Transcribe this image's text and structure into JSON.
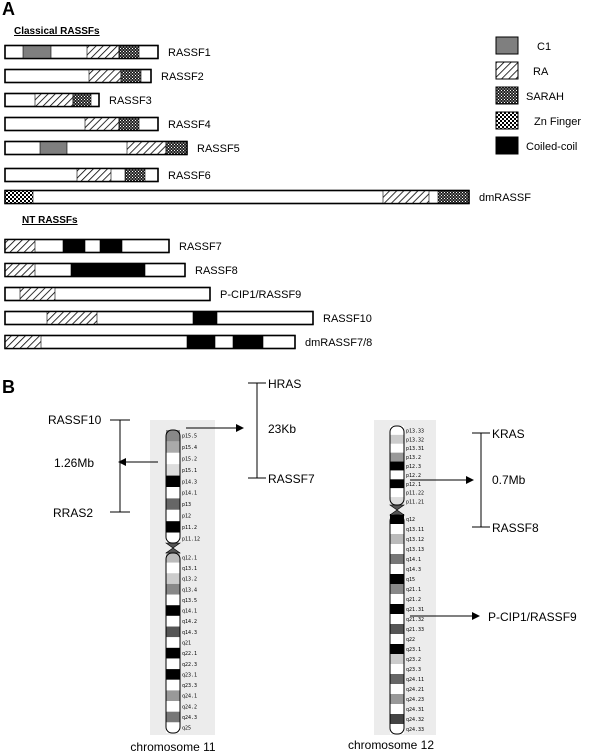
{
  "panel_a": {
    "label": "A",
    "classical_title": "Classical RASSFs",
    "nt_title": "NT RASSFs",
    "proteins": [
      {
        "name": "RASSF1",
        "len": 153,
        "domains": [
          {
            "t": "C1",
            "s": 18,
            "e": 46
          },
          {
            "t": "RA",
            "s": 82,
            "e": 114
          },
          {
            "t": "SARAH",
            "s": 114,
            "e": 134
          }
        ]
      },
      {
        "name": "RASSF2",
        "len": 146,
        "domains": [
          {
            "t": "RA",
            "s": 84,
            "e": 116
          },
          {
            "t": "SARAH",
            "s": 116,
            "e": 136
          }
        ]
      },
      {
        "name": "RASSF3",
        "len": 94,
        "domains": [
          {
            "t": "RA",
            "s": 30,
            "e": 68
          },
          {
            "t": "SARAH",
            "s": 68,
            "e": 86
          }
        ]
      },
      {
        "name": "RASSF4",
        "len": 153,
        "domains": [
          {
            "t": "RA",
            "s": 80,
            "e": 114
          },
          {
            "t": "SARAH",
            "s": 114,
            "e": 134
          }
        ]
      },
      {
        "name": "RASSF5",
        "len": 182,
        "domains": [
          {
            "t": "C1",
            "s": 35,
            "e": 62
          },
          {
            "t": "RA",
            "s": 122,
            "e": 161
          },
          {
            "t": "SARAH",
            "s": 161,
            "e": 182
          }
        ]
      },
      {
        "name": "RASSF6",
        "len": 153,
        "domains": [
          {
            "t": "RA",
            "s": 72,
            "e": 106
          },
          {
            "t": "SARAH",
            "s": 120,
            "e": 140
          }
        ]
      },
      {
        "name": "dmRASSF",
        "len": 464,
        "domains": [
          {
            "t": "Zn Finger",
            "s": 0,
            "e": 28
          },
          {
            "t": "RA",
            "s": 378,
            "e": 424
          },
          {
            "t": "SARAH",
            "s": 433,
            "e": 464
          }
        ]
      },
      {
        "name": "RASSF7",
        "len": 164,
        "domains": [
          {
            "t": "RA",
            "s": 0,
            "e": 30
          },
          {
            "t": "Coiled-coil",
            "s": 58,
            "e": 80
          },
          {
            "t": "Coiled-coil",
            "s": 95,
            "e": 117
          }
        ]
      },
      {
        "name": "RASSF8",
        "len": 180,
        "domains": [
          {
            "t": "RA",
            "s": 0,
            "e": 30
          },
          {
            "t": "Coiled-coil",
            "s": 66,
            "e": 140
          }
        ]
      },
      {
        "name": "P-CIP1/RASSF9",
        "len": 205,
        "domains": [
          {
            "t": "RA",
            "s": 15,
            "e": 50
          }
        ]
      },
      {
        "name": "RASSF10",
        "len": 308,
        "domains": [
          {
            "t": "RA",
            "s": 42,
            "e": 92
          },
          {
            "t": "Coiled-coil",
            "s": 188,
            "e": 212
          }
        ]
      },
      {
        "name": "dmRASSF7/8",
        "len": 290,
        "domains": [
          {
            "t": "RA",
            "s": 0,
            "e": 36
          },
          {
            "t": "Coiled-coil",
            "s": 182,
            "e": 210
          },
          {
            "t": "Coiled-coil",
            "s": 228,
            "e": 258
          }
        ]
      }
    ],
    "legend": [
      {
        "label": "C1",
        "fill": "gray"
      },
      {
        "label": "RA",
        "fill": "hatch"
      },
      {
        "label": "SARAH",
        "fill": "dots"
      },
      {
        "label": "Zn Finger",
        "fill": "checker"
      },
      {
        "label": "Coiled-coil",
        "fill": "black"
      }
    ]
  },
  "panel_b": {
    "label": "B",
    "chr11": {
      "caption": "chromosome 11",
      "bands": [
        "p15.5",
        "p15.4",
        "p15.2",
        "p15.1",
        "p14.3",
        "p14.1",
        "p13",
        "p12",
        "p11.2",
        "p11.12",
        "q12.1",
        "q13.1",
        "q13.2",
        "q13.4",
        "q13.5",
        "q14.1",
        "q14.2",
        "q14.3",
        "q21",
        "q22.1",
        "q22.3",
        "q23.1",
        "q23.3",
        "q24.1",
        "q24.2",
        "q24.3",
        "q25"
      ],
      "left": {
        "top": "RASSF10",
        "bottom": "RRAS2",
        "distance": "1.26Mb"
      },
      "right": {
        "top": "HRAS",
        "bottom": "RASSF7",
        "distance": "23Kb"
      }
    },
    "chr12": {
      "caption": "chromosome 12",
      "bands": [
        "p13.33",
        "p13.32",
        "p13.31",
        "p13.2",
        "p12.3",
        "p12.2",
        "p12.1",
        "p11.22",
        "p11.21",
        "q12",
        "q13.11",
        "q13.12",
        "q13.13",
        "q14.1",
        "q14.3",
        "q15",
        "q21.1",
        "q21.2",
        "q21.31",
        "q21.32",
        "q21.33",
        "q22",
        "q23.1",
        "q23.2",
        "q23.3",
        "q24.11",
        "q24.21",
        "q24.23",
        "q24.31",
        "q24.32",
        "q24.33"
      ],
      "right": {
        "top": "KRAS",
        "bottom": "RASSF8",
        "distance": "0.7Mb"
      },
      "single": "P-CIP1/RASSF9"
    }
  },
  "colors": {
    "gray_domain": "#7f7f7f",
    "chrom_bg": "#ececec",
    "outline": "#000000"
  }
}
